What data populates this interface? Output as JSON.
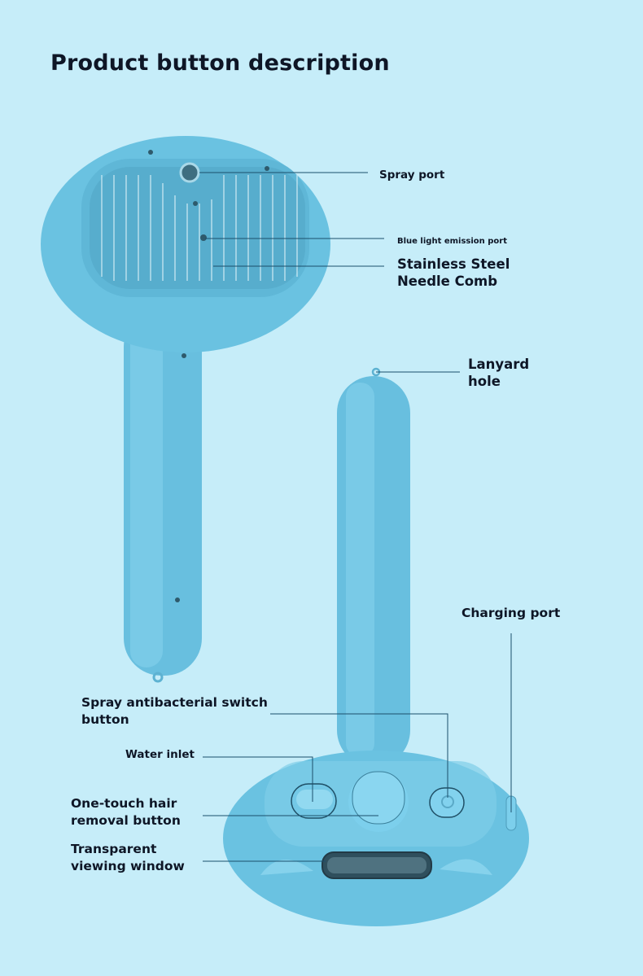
{
  "title": "Product button description",
  "labels": {
    "spray_port": "Spray port",
    "blue_light": "Blue light emission port",
    "needle_comb_1": "Stainless Steel",
    "needle_comb_2": "Needle Comb",
    "lanyard_1": "Lanyard",
    "lanyard_2": "hole",
    "charging_port": "Charging port",
    "spray_switch_1": "Spray antibacterial switch",
    "spray_switch_2": "button",
    "water_inlet": "Water inlet",
    "hair_removal_1": "One-touch hair",
    "hair_removal_2": "removal button",
    "window_1": "Transparent",
    "window_2": "viewing window"
  },
  "colors": {
    "background": "#c6edf9",
    "product": "#6cc3e2",
    "leader": "#1b4f6b"
  }
}
